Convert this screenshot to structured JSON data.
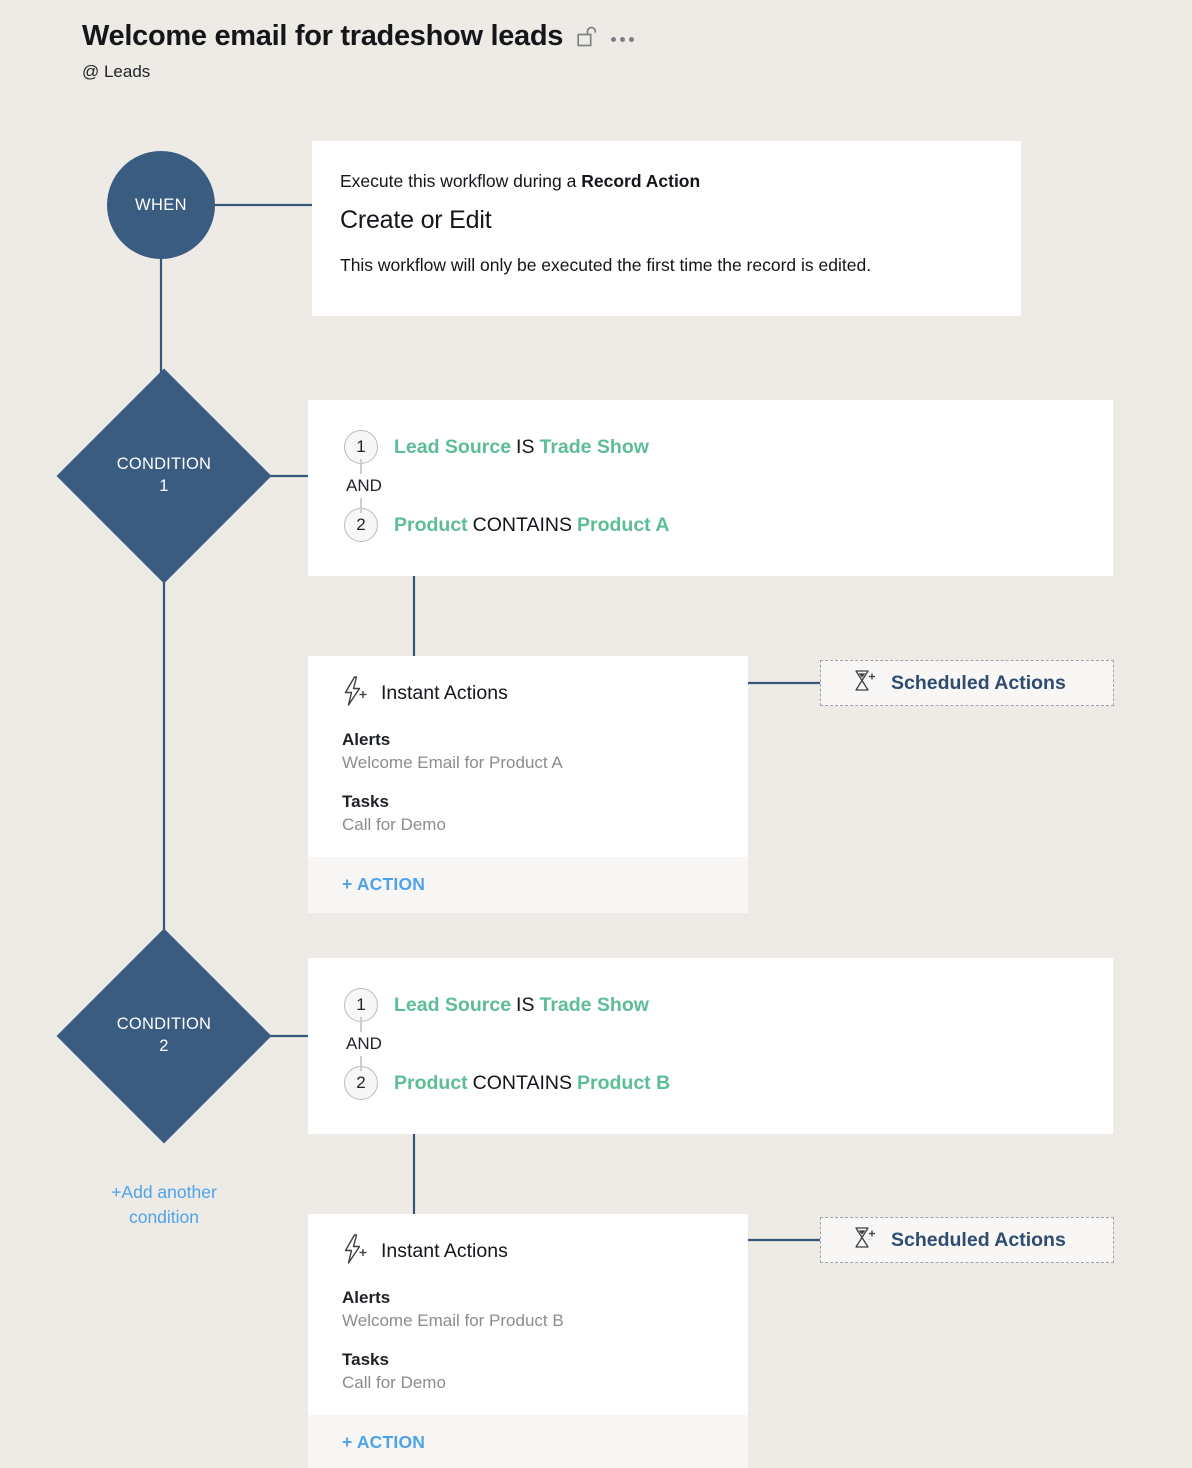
{
  "header": {
    "title": "Welcome email for tradeshow leads",
    "subtitle": "@ Leads",
    "lock_icon": "unlock-icon",
    "more_icon": "ellipsis-icon"
  },
  "colors": {
    "page_background": "#EEEBE6",
    "node_navy": "#3A5C80",
    "connector": "#35567A",
    "field_green": "#5DBD96",
    "link_blue": "#4DA2EA",
    "scheduled_navy": "#2F4C70",
    "muted_gray": "#8A8D90"
  },
  "when": {
    "node_label": "WHEN",
    "prefix": "Execute this workflow during a ",
    "prefix_bold": "Record Action",
    "title": "Create or Edit",
    "note": "This workflow will only be executed the first time the record is edited."
  },
  "conditions": [
    {
      "node_label_line1": "CONDITION",
      "node_label_line2": "1",
      "joiner": "AND",
      "criteria": [
        {
          "num": "1",
          "field": "Lead Source",
          "operator": "IS",
          "value": "Trade Show"
        },
        {
          "num": "2",
          "field": "Product",
          "operator": "CONTAINS",
          "value": "Product A"
        }
      ],
      "instant_actions": {
        "icon": "lightning-plus-icon",
        "title": "Instant Actions",
        "groups": [
          {
            "label": "Alerts",
            "value": "Welcome Email for Product A"
          },
          {
            "label": "Tasks",
            "value": "Call for Demo"
          }
        ],
        "add_action_label": "+ ACTION"
      },
      "scheduled_actions": {
        "icon": "hourglass-plus-icon",
        "title": "Scheduled Actions"
      }
    },
    {
      "node_label_line1": "CONDITION",
      "node_label_line2": "2",
      "joiner": "AND",
      "criteria": [
        {
          "num": "1",
          "field": "Lead Source",
          "operator": "IS",
          "value": "Trade Show"
        },
        {
          "num": "2",
          "field": "Product",
          "operator": "CONTAINS",
          "value": "Product B"
        }
      ],
      "instant_actions": {
        "icon": "lightning-plus-icon",
        "title": "Instant Actions",
        "groups": [
          {
            "label": "Alerts",
            "value": "Welcome Email for Product B"
          },
          {
            "label": "Tasks",
            "value": "Call for Demo"
          }
        ],
        "add_action_label": "+ ACTION"
      },
      "scheduled_actions": {
        "icon": "hourglass-plus-icon",
        "title": "Scheduled Actions"
      }
    }
  ],
  "add_condition": {
    "line1": "+Add another",
    "line2": "condition"
  }
}
